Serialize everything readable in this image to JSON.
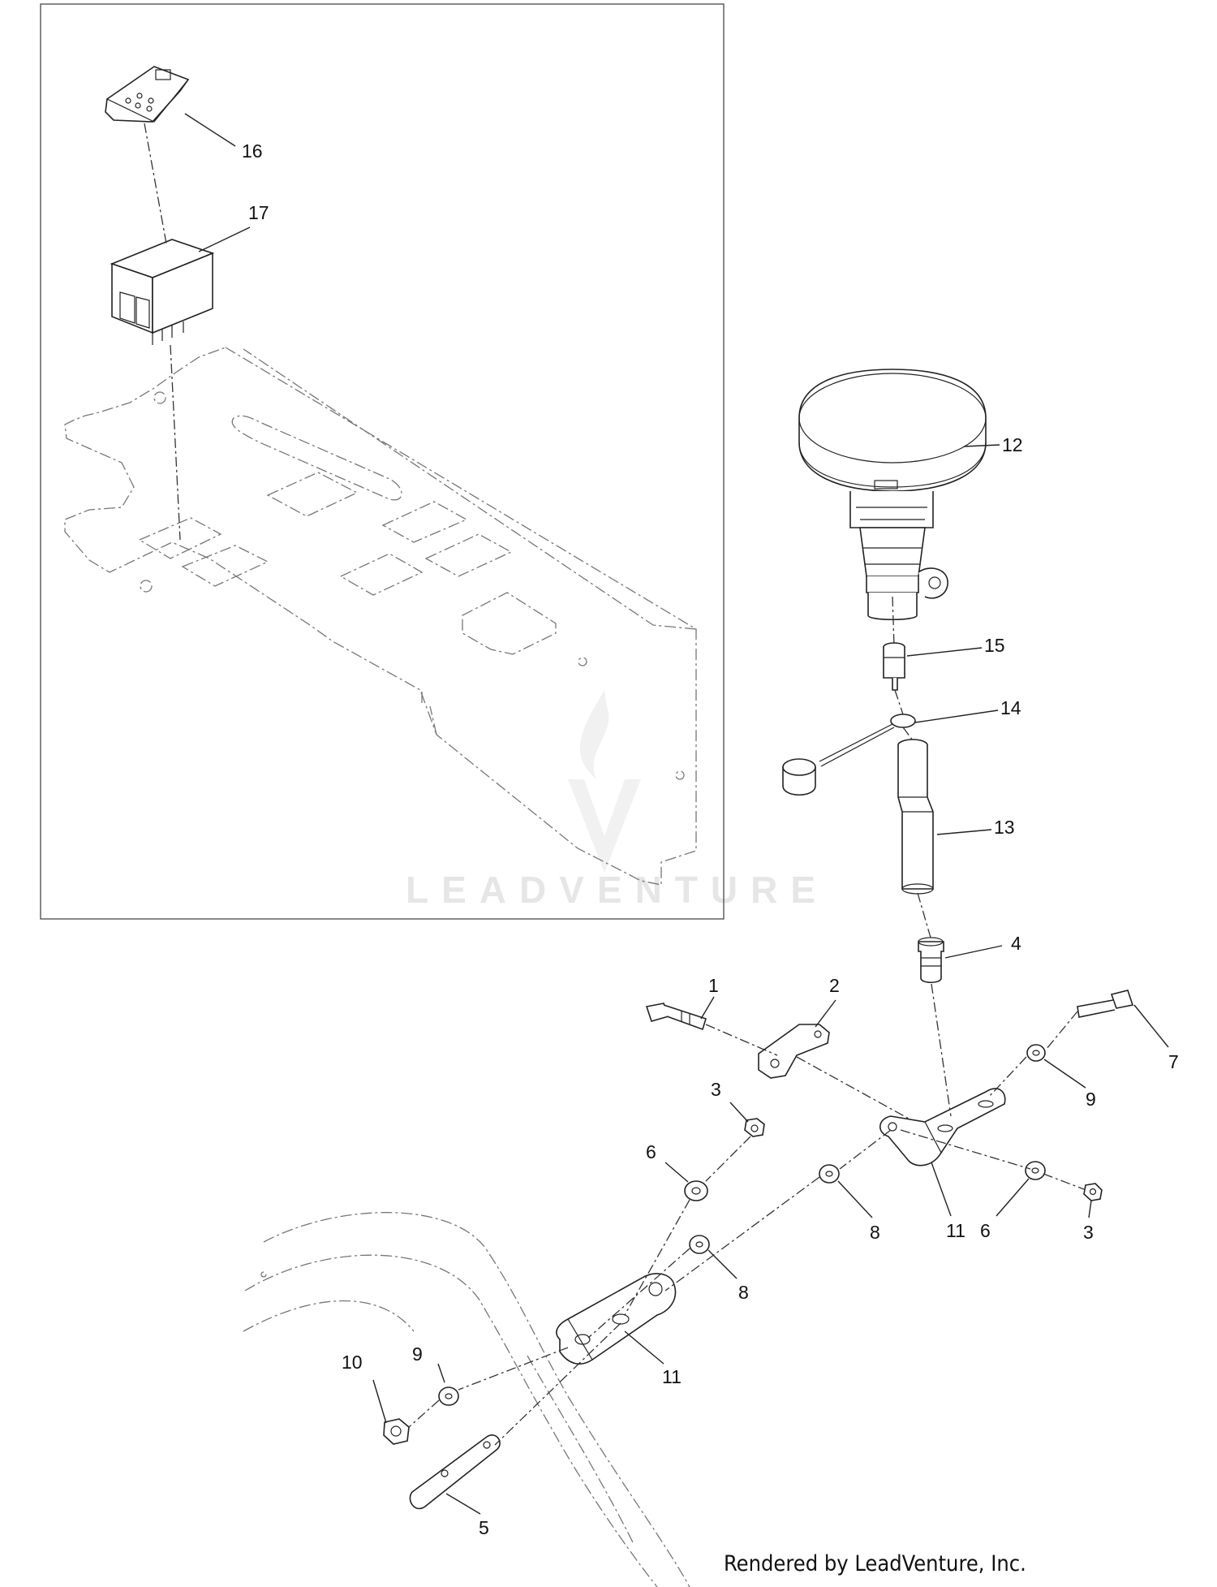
{
  "footer": {
    "rendered_by": "Rendered by LeadVenture, Inc."
  },
  "watermark": {
    "text": "LEADVENTURE"
  },
  "callouts": [
    {
      "id": "c16",
      "label": "16"
    },
    {
      "id": "c17",
      "label": "17"
    },
    {
      "id": "c12",
      "label": "12"
    },
    {
      "id": "c15",
      "label": "15"
    },
    {
      "id": "c14",
      "label": "14"
    },
    {
      "id": "c13",
      "label": "13"
    },
    {
      "id": "c4",
      "label": "4"
    },
    {
      "id": "c1",
      "label": "1"
    },
    {
      "id": "c2",
      "label": "2"
    },
    {
      "id": "c7",
      "label": "7"
    },
    {
      "id": "c9a",
      "label": "9"
    },
    {
      "id": "c3a",
      "label": "3"
    },
    {
      "id": "c6a",
      "label": "6"
    },
    {
      "id": "c8a",
      "label": "8"
    },
    {
      "id": "c11a",
      "label": "11"
    },
    {
      "id": "c6b",
      "label": "6"
    },
    {
      "id": "c3b",
      "label": "3"
    },
    {
      "id": "c8b",
      "label": "8"
    },
    {
      "id": "c11b",
      "label": "11"
    },
    {
      "id": "c9b",
      "label": "9"
    },
    {
      "id": "c10",
      "label": "10"
    },
    {
      "id": "c5",
      "label": "5"
    }
  ]
}
